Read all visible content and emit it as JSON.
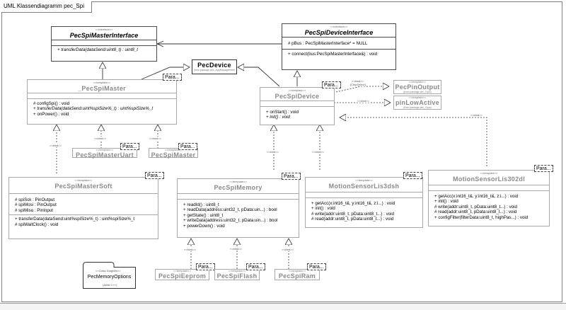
{
  "diagram": {
    "title": "UML Klassendiagramm pec_Spi"
  },
  "classes": {
    "pecSpiMasterInterface": {
      "stereotype": "<<interface>>",
      "name": "PecSpiMasterInterface",
      "attributes": [],
      "operations": [
        "+ transferData(dataSend:uint8_t) : uint8_t"
      ]
    },
    "pecSpiDeviceInterface": {
      "stereotype": "<<interface>>",
      "name": "PecSpiDeviceInterface",
      "attributes": [
        "# pBus : PecSpiMasterInterface* = NULL"
      ],
      "operations": [
        "+ connect(bus:PecSpiMasterInterface&) : void"
      ]
    },
    "pecDevice": {
      "name": "PecDevice",
      "from": "(from package pec_AppManagement)"
    },
    "pecSpiMaster": {
      "stereotype": "<<template>>",
      "name": "_PecSpiMaster",
      "param": "Para...",
      "attributes": [],
      "operations": [
        "# configSpi() : void",
        "+ transferData(dataSend:uint%spiSize%_t) : uint%spiSize%_t",
        "+ onPower() : void"
      ]
    },
    "pecSpiDevice": {
      "stereotype": "<<template>>",
      "name": "PecSpiDevice",
      "param": "Para...",
      "attributes": [],
      "operations": [
        "+ onStart() : void",
        "+ init() : void"
      ]
    },
    "pecPinOutput": {
      "stereotype": "<<template>>",
      "name": "PecPinOutput",
      "from": "(from package pec_Gpio)"
    },
    "pinLowActive": {
      "stereotype": "<<template>>",
      "name": "pinLowActive",
      "from": "(from package pec_Gpio)"
    },
    "pecSpiMasterUart": {
      "stereotype": "<<template>>",
      "name": "PecSpiMasterUart",
      "param": "Para..."
    },
    "pecSpiMasterBind": {
      "stereotype": "<<template>>",
      "name": "PecSpiMaster",
      "param": "Para..."
    },
    "pecSpiMasterSoft": {
      "stereotype": "<<template>>",
      "name": "PecSpiMasterSoft",
      "param": "Para...",
      "attributes": [
        "# spiSck : PinOutput",
        "# spiMosi : PinOutput",
        "# spiMiso : PinInput"
      ],
      "operations": [
        "+ transferData(dataSend:uint%spiSize%_t) : uint%spiSize%_t",
        "# spiWaitClock() : void"
      ]
    },
    "pecSpiMemory": {
      "stereotype": "<<template>>",
      "name": "PecSpiMemory",
      "param": "Para...",
      "attributes": [],
      "operations": [
        "+ readId() : uint8_t",
        "+ readData(address:uint32_t, pData:uin...) : bool",
        "+ getState() : uint8_t",
        "+ writeData(address:uint32_t, pData:uin...) : bool",
        "+ powerDown() : void"
      ]
    },
    "motionSensorLis3dsh": {
      "stereotype": "<<template>>",
      "name": "MotionSensorLis3dsh",
      "param": "Para...",
      "attributes": [],
      "operations": [
        "+ getAcc(x:int16_t&, y:int16_t&, z:i...) : void",
        "+ init() : void",
        "# write(addr:uint8_t, pData:uint8_t...) : void",
        "# read(addr:uint8_t, pData:uint8_t...) : void"
      ]
    },
    "motionSensorLis302dl": {
      "stereotype": "<<template>>",
      "name": "MotionSensorLis302dl",
      "param": "Para...",
      "attributes": [],
      "operations": [
        "+ getAcc(x:int16_t&, y:int16_t&, z:i...) : void",
        "+ init() : void",
        "# write(addr:uint8_t, pData:uint8_t...) : void",
        "# read(addr:uint8_t, pData:uint8_t...) : void",
        "+ configFilter(filterData:uint8_t, highPas...) : void"
      ]
    },
    "pecSpiEeprom": {
      "stereotype": "<<template>>",
      "name": "PecSpiEeprom",
      "param": "Para..."
    },
    "pecSpiFlash": {
      "stereotype": "<<template>>",
      "name": "PecSpiFlash",
      "param": "Para..."
    },
    "pecSpiRam": {
      "stereotype": "<<template>>",
      "name": "PecSpiRam",
      "param": "Para..."
    }
  },
  "package": {
    "stereotype": "<<Class Diagram>>",
    "name": "PecMemoryOptions",
    "sub": "(Artist C++)"
  },
  "labels": {
    "bind": "<<bind>>",
    "chipSelect": "[ChipSelect]"
  }
}
